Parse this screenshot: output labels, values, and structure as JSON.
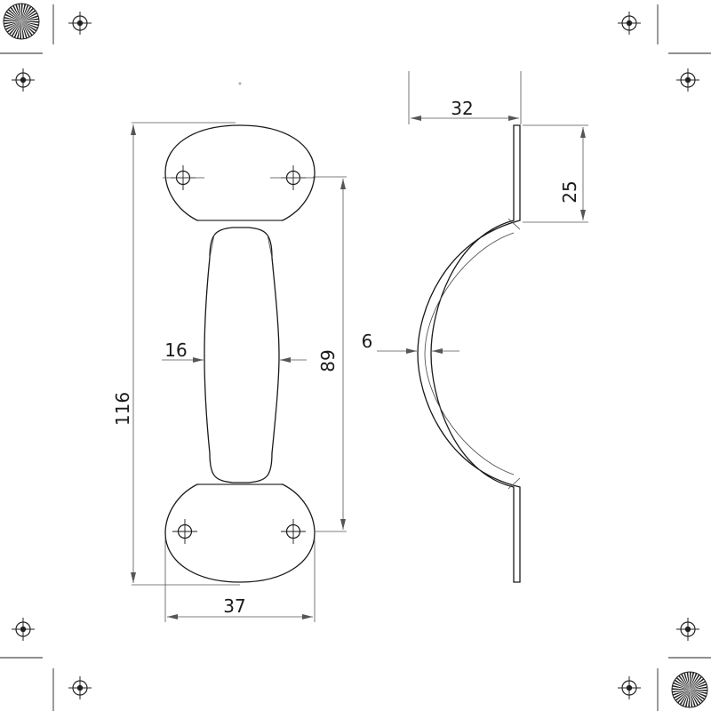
{
  "front_view": {
    "dimensions": {
      "total_height": "116",
      "hole_spacing": "89",
      "plate_width": "37",
      "grip_width": "16"
    }
  },
  "side_view": {
    "dimensions": {
      "projection": "32",
      "plate_length": "25",
      "thickness": "6"
    }
  },
  "colors": {
    "line": "#1a1a1a",
    "dimension": "#555555",
    "background": "#ffffff"
  }
}
